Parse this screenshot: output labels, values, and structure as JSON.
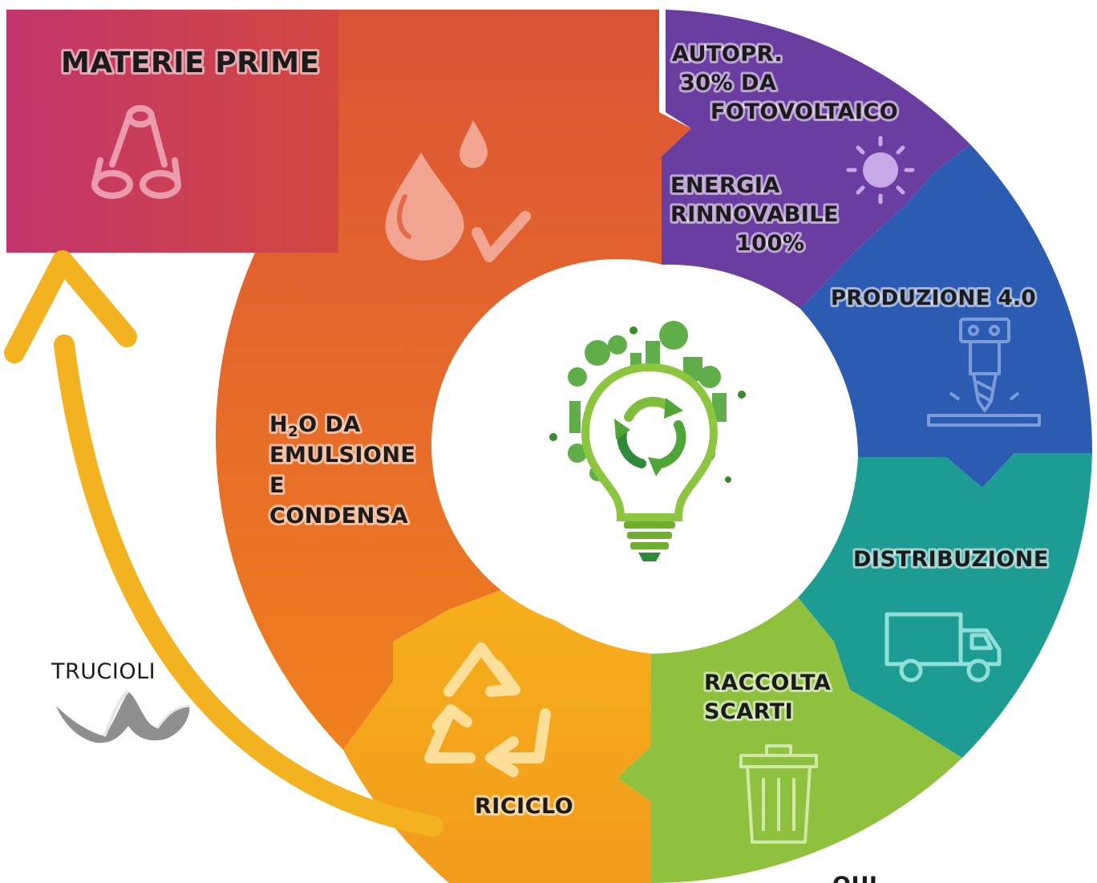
{
  "colors": {
    "materie": "#c6356a",
    "acqua": "#ea6a2a",
    "energia": "#6a3da0",
    "produzione": "#2c5cb2",
    "distribuzione": "#1d9c93",
    "raccolta": "#8fc13e",
    "riciclo": "#f4a91f",
    "arrow": "#f3b321"
  },
  "segments": {
    "materie_prime": {
      "label": "MATERIE PRIME",
      "icon": "pipes-icon"
    },
    "energia": {
      "line1": "AUTOPR.",
      "line2": "30% DA",
      "line3": "FOTOVOLTAICO",
      "line4": "ENERGIA",
      "line5": "RINNOVABILE",
      "line6": "100%",
      "icon": "sun-icon"
    },
    "produzione": {
      "label": "PRODUZIONE 4.0",
      "icon": "cnc-drill-icon"
    },
    "distribuzione": {
      "label": "DISTRIBUZIONE",
      "icon": "truck-icon"
    },
    "raccolta": {
      "line1": "RACCOLTA",
      "line2": "SCARTI",
      "icon": "trash-bin-icon"
    },
    "riciclo": {
      "label": "RICICLO",
      "icon": "recycle-icon"
    },
    "acqua": {
      "line1_main": "H",
      "line1_sub": "2",
      "line1_rest": "O DA",
      "line2": "EMULSIONE",
      "line3": "E",
      "line4": "CONDENSA",
      "icon": "water-drop-check-icon"
    }
  },
  "side": {
    "trucioli": "TRUCIOLI",
    "icon": "metal-shavings-icon"
  },
  "center": {
    "icon": "eco-lightbulb-recycle-icon"
  },
  "footer_partial": "QUI"
}
